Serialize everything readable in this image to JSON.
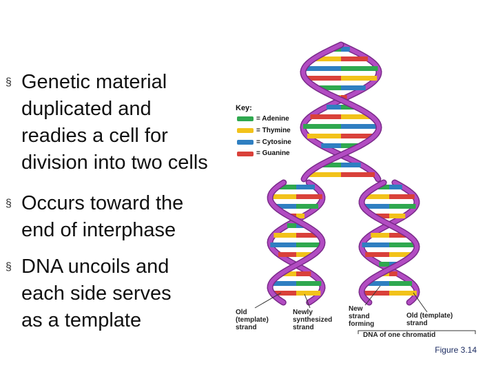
{
  "bullets": [
    {
      "marker": "§",
      "text": "Genetic material\nduplicated and\nreadies a cell for\ndivision into two cells"
    },
    {
      "marker": "§",
      "text": "Occurs toward the\nend of interphase"
    },
    {
      "marker": "§",
      "text": "DNA uncoils and\neach side serves\nas a template"
    }
  ],
  "figure": {
    "key_title": "Key:",
    "key": [
      {
        "label": "= Adenine",
        "color": "#2fa84f"
      },
      {
        "label": "= Thymine",
        "color": "#f2c21a"
      },
      {
        "label": "= Cytosine",
        "color": "#2f7fc1"
      },
      {
        "label": "= Guanine",
        "color": "#d9413a"
      }
    ],
    "backbone_color": "#b24cc2",
    "labels": {
      "old_left": "Old\n(template)\nstrand",
      "newly": "Newly\nsynthesized\nstrand",
      "new_forming": "New\nstrand\nforming",
      "old_right": "Old (template)\nstrand",
      "dna_chromatid": "DNA of one chromatid"
    }
  },
  "caption": "Figure 3.14"
}
